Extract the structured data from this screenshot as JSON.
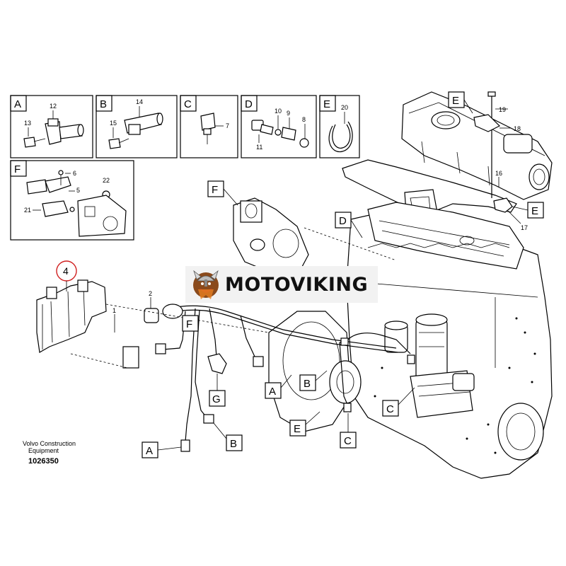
{
  "diagram": {
    "footer": {
      "brand_line1": "Volvo Construction",
      "brand_line2": "Equipment",
      "part_ref": "1026350"
    },
    "watermark": {
      "text": "MOTOVIKING"
    },
    "detail_boxes": {
      "A": {
        "letter": "A",
        "parts": [
          "12",
          "13"
        ]
      },
      "B": {
        "letter": "B",
        "parts": [
          "14",
          "15"
        ]
      },
      "C": {
        "letter": "C",
        "parts": [
          "7"
        ]
      },
      "D": {
        "letter": "D",
        "parts": [
          "10",
          "9",
          "8",
          "11"
        ]
      },
      "E": {
        "letter": "E",
        "parts": [
          "20"
        ]
      },
      "F": {
        "letter": "F",
        "parts": [
          "6",
          "22",
          "5",
          "21"
        ]
      }
    },
    "callouts": {
      "part1": "1",
      "part2": "2",
      "part4": "4",
      "part16": "16",
      "part17": "17",
      "part18": "18",
      "part19": "19"
    },
    "connector_labels": {
      "F_top": "F",
      "D": "D",
      "E_top": "E",
      "E_right": "E",
      "F_wire": "F",
      "G": "G",
      "A_mid": "A",
      "B_mid": "B",
      "C_mid": "C",
      "E_low": "E",
      "C_low": "C",
      "B_low": "B",
      "A_low": "A"
    }
  }
}
